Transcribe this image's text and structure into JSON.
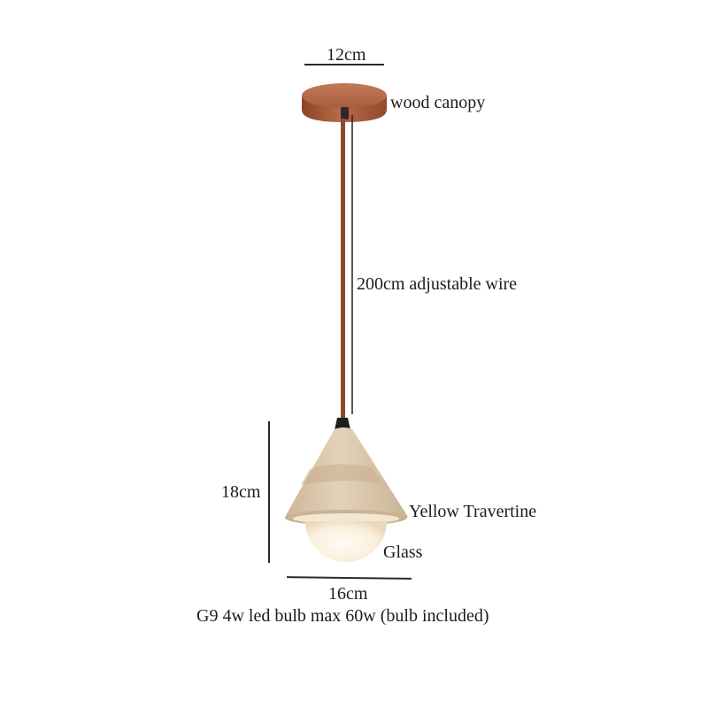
{
  "diagram": {
    "subject": "pendant lamp dimension diagram",
    "colors": {
      "background": "#ffffff",
      "canopy": "#a8573a",
      "wire": "#8a4a2c",
      "travertine": "#d9c4a8",
      "glass": "#fbf3e4",
      "socket": "#222222",
      "dimension_line": "#2a2a2a",
      "text": "#1c1c1c"
    },
    "dimensions": {
      "canopy_width": "12cm",
      "wire_length": "200cm adjustable wire",
      "shade_height": "18cm",
      "shade_width": "16cm"
    },
    "callouts": {
      "canopy": "wood canopy",
      "shade": "Yellow Travertine",
      "bulb": "Glass"
    },
    "footnote": "G9 4w led bulb max 60w (bulb included)"
  }
}
